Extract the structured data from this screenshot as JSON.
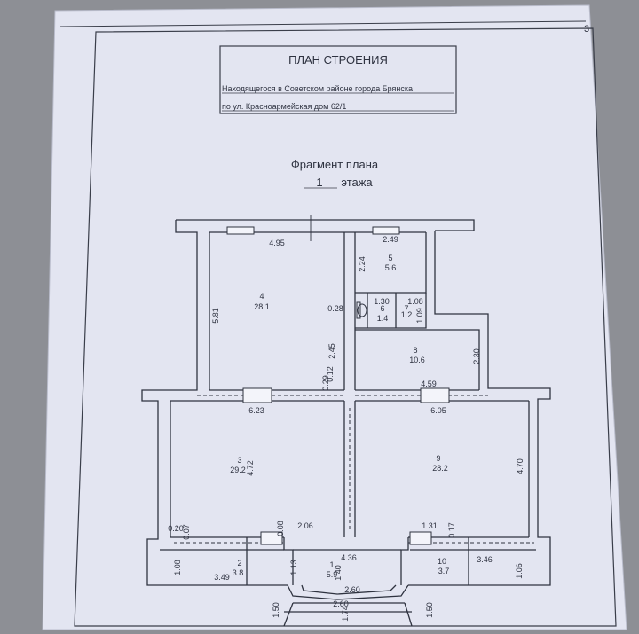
{
  "sheet": {
    "page_number": "3",
    "title": "ПЛАН СТРОЕНИЯ",
    "address_line1": "Находящегося в  Советском районе города Брянска",
    "address_line2": "по ул. Красноармейская дом 62/1",
    "fragment_label": "Фрагмент плана",
    "floor_number": "1",
    "floor_word": "этажа"
  },
  "rooms": [
    {
      "id": "r1",
      "number": "1",
      "area": "5.9"
    },
    {
      "id": "r2",
      "number": "2",
      "area": "3.8"
    },
    {
      "id": "r3",
      "number": "3",
      "area": "29.2"
    },
    {
      "id": "r4",
      "number": "4",
      "area": "28.1"
    },
    {
      "id": "r5",
      "number": "5",
      "area": "5.6"
    },
    {
      "id": "r6",
      "number": "6",
      "area": "1.4"
    },
    {
      "id": "r7",
      "number": "7",
      "area": "1.2"
    },
    {
      "id": "r8",
      "number": "8",
      "area": "10.6"
    },
    {
      "id": "r9",
      "number": "9",
      "area": "28.2"
    },
    {
      "id": "r10",
      "number": "10",
      "area": "3.7"
    }
  ],
  "dimensions": [
    "4.95",
    "2.49",
    "2.24",
    "5.81",
    "0.28",
    "1.30",
    "1.08",
    "1.09",
    "2.45",
    "0.12",
    "0.29",
    "2.30",
    "4.59",
    "6.23",
    "6.05",
    "4.72",
    "4.70",
    "0.20",
    "0.07",
    "0.08",
    "2.06",
    "1.31",
    "0.17",
    "4.36",
    "1.13",
    "1.40",
    "2.60",
    "2.60",
    "1.74",
    "1.50",
    "1.50",
    "1.08",
    "3.49",
    "3.46",
    "1.06"
  ]
}
